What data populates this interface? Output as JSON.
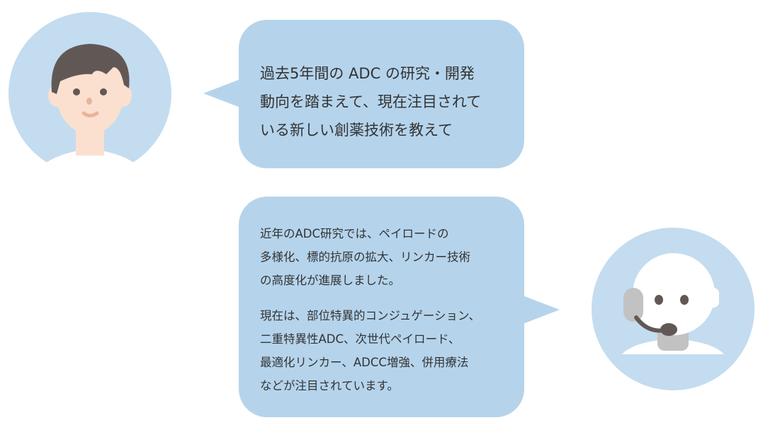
{
  "colors": {
    "bubble": "#b5d4ec",
    "avatar_bg": "#c3dcf0",
    "text": "#333333"
  },
  "user": {
    "icon": "user-avatar-icon",
    "question_lines": [
      "過去5年間の ADC の研究・開発",
      "動向を踏まえて、現在注目されて",
      "いる新しい創薬技術を教えて"
    ]
  },
  "assistant": {
    "icon": "operator-headset-avatar-icon",
    "paragraphs": [
      {
        "lines": [
          "近年のADC研究では、ペイロードの",
          "多様化、標的抗原の拡大、リンカー技術",
          "の高度化が進展しました。"
        ]
      },
      {
        "lines": [
          "現在は、部位特異的コンジュゲーション、",
          "二重特異性ADC、次世代ペイロード、",
          "最適化リンカー、ADCC増強、併用療法",
          "などが注目されています。"
        ]
      }
    ]
  }
}
